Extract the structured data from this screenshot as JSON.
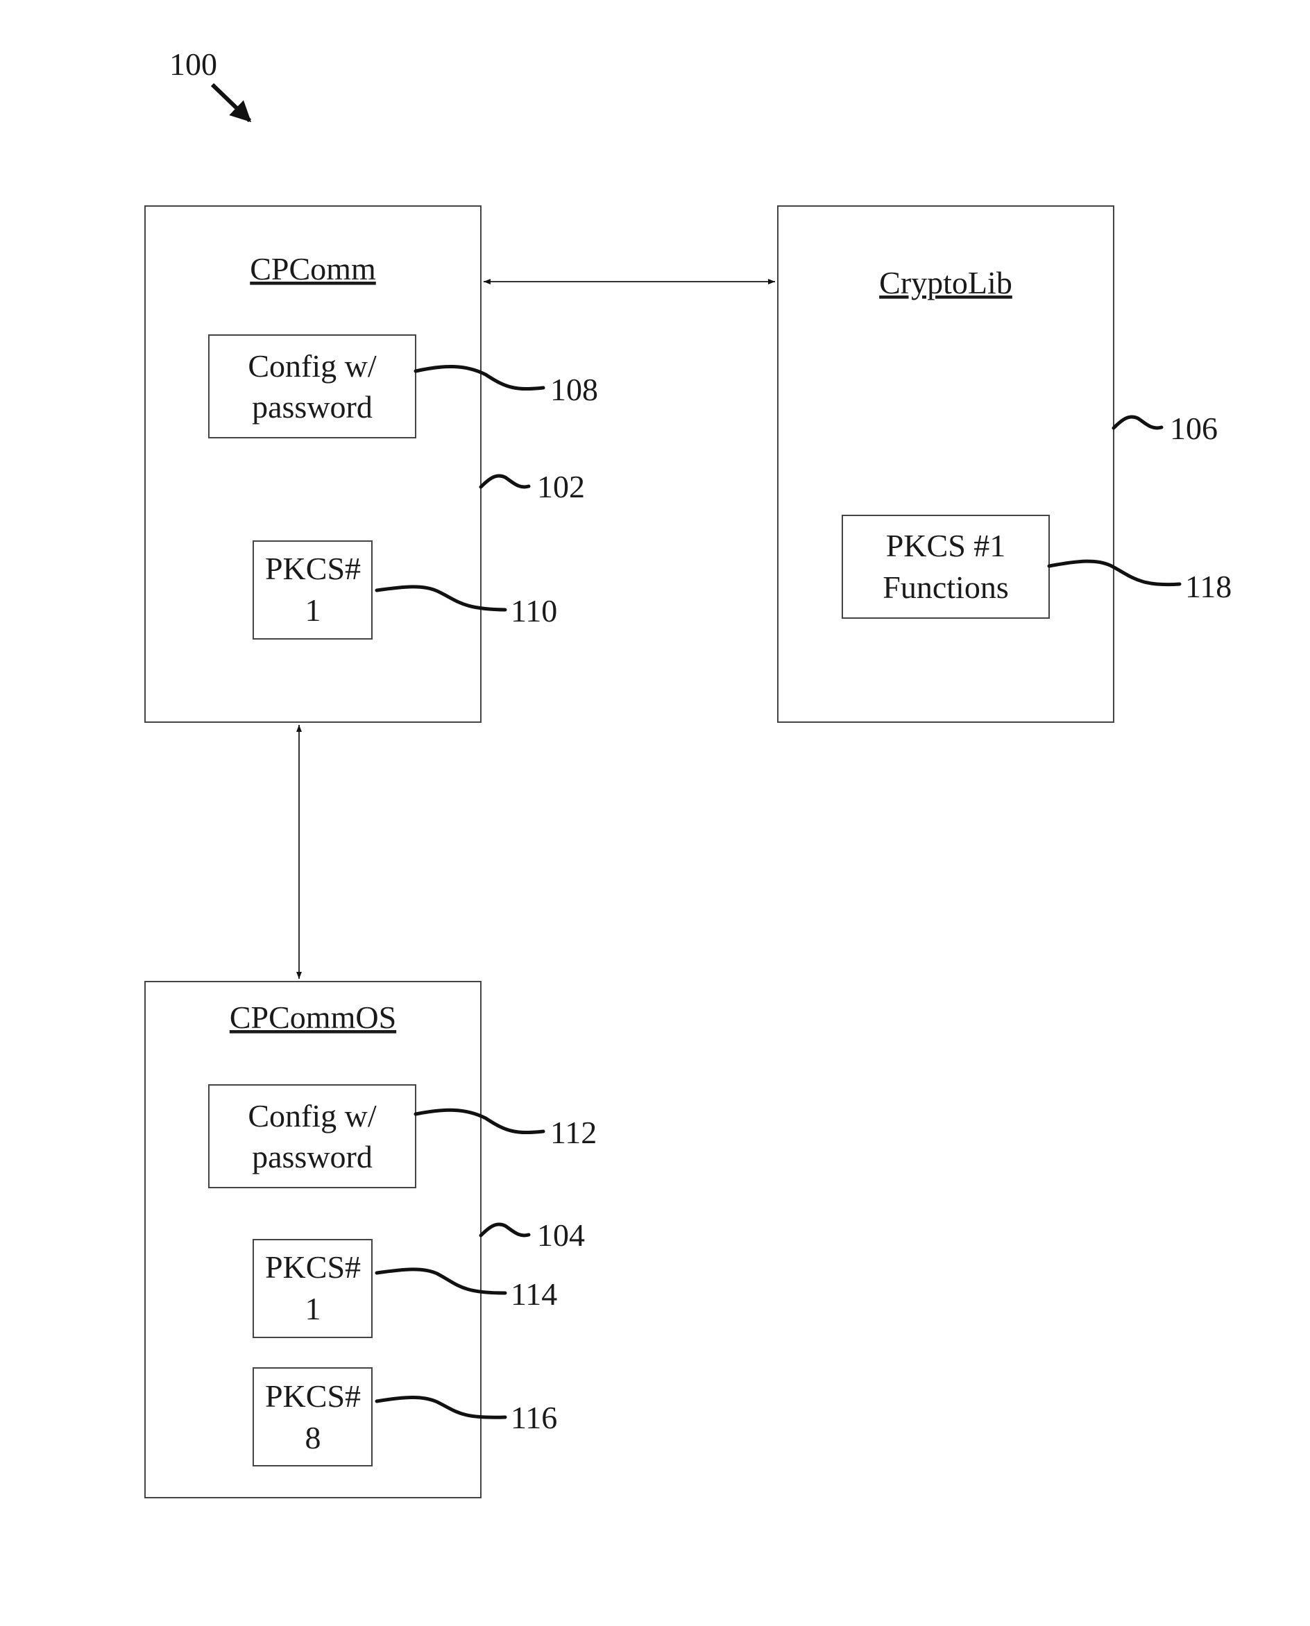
{
  "figure_ref": "100",
  "modules": {
    "cpcomm": {
      "title": "CPComm",
      "ref": "102",
      "config": {
        "line1": "Config w/",
        "line2": "password",
        "ref": "108"
      },
      "pkcs1": {
        "line1": "PKCS#",
        "line2": "1",
        "ref": "110"
      }
    },
    "cryptolib": {
      "title": "CryptoLib",
      "ref": "106",
      "pkcs1_functions": {
        "line1": "PKCS #1",
        "line2": "Functions",
        "ref": "118"
      }
    },
    "cpcommos": {
      "title": "CPCommOS",
      "ref": "104",
      "config": {
        "line1": "Config w/",
        "line2": "password",
        "ref": "112"
      },
      "pkcs1": {
        "line1": "PKCS#",
        "line2": "1",
        "ref": "114"
      },
      "pkcs8": {
        "line1": "PKCS#",
        "line2": "8",
        "ref": "116"
      }
    }
  }
}
